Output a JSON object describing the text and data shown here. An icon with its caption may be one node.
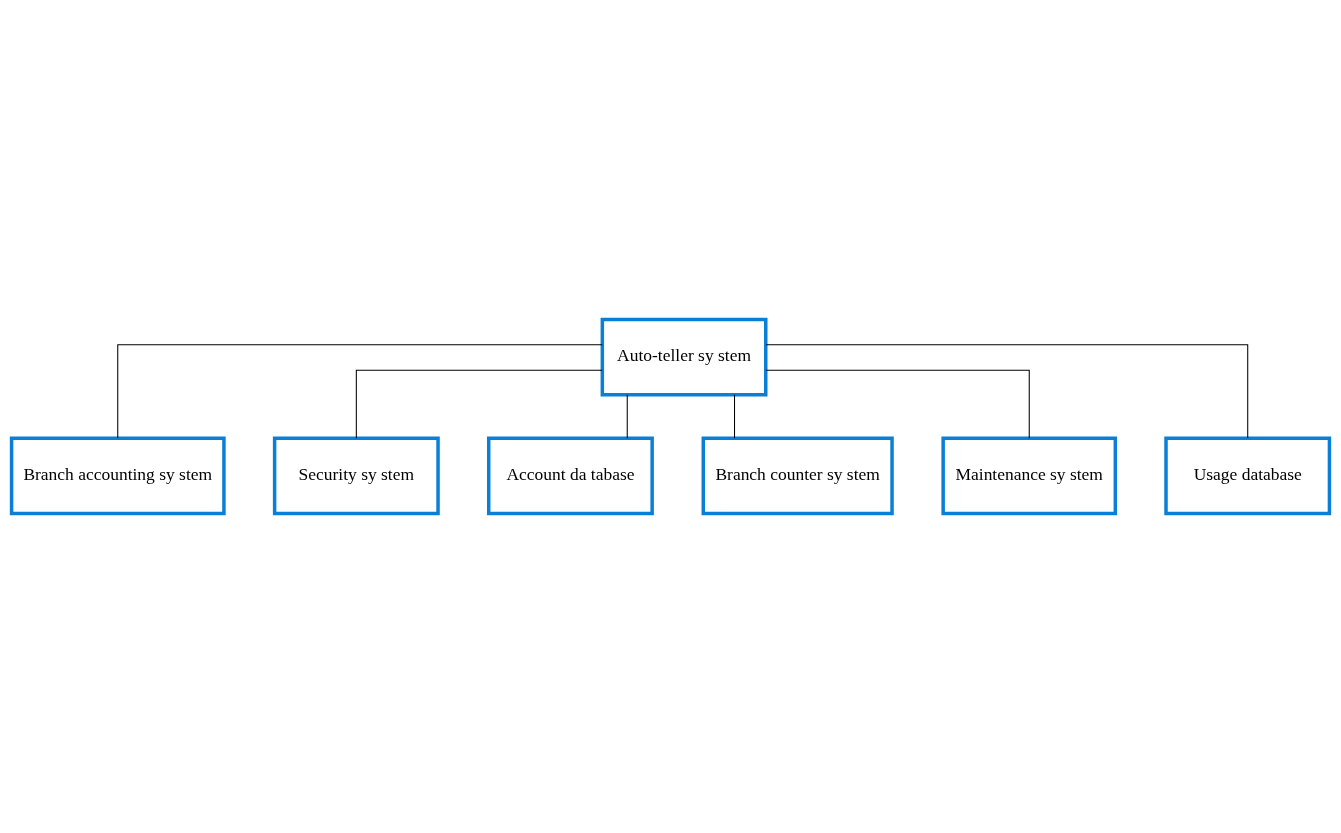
{
  "diagram": {
    "nodes": [
      {
        "text": [
          "Security sy stem"
        ]
      },
      {
        "text": [
          "Branch accounting sy stem"
        ]
      },
      {
        "text": [
          "Account da tabase"
        ]
      },
      {
        "text": [
          "Auto-teller sy stem"
        ]
      },
      {
        "text": [
          "Branch counter sy stem"
        ]
      },
      {
        "text": [
          "Usage database"
        ]
      },
      {
        "text": [
          "Maintenance sy stem"
        ]
      }
    ],
    "edges": [
      {
        "from": 3,
        "to": 0,
        "arrow": "none"
      },
      {
        "from": 3,
        "to": 1,
        "arrow": "none"
      },
      {
        "from": 3,
        "to": 2,
        "arrow": "none"
      },
      {
        "from": 3,
        "to": 4,
        "arrow": "none"
      },
      {
        "from": 3,
        "to": 5,
        "arrow": "none"
      },
      {
        "from": 3,
        "to": 6,
        "arrow": "none"
      }
    ]
  }
}
